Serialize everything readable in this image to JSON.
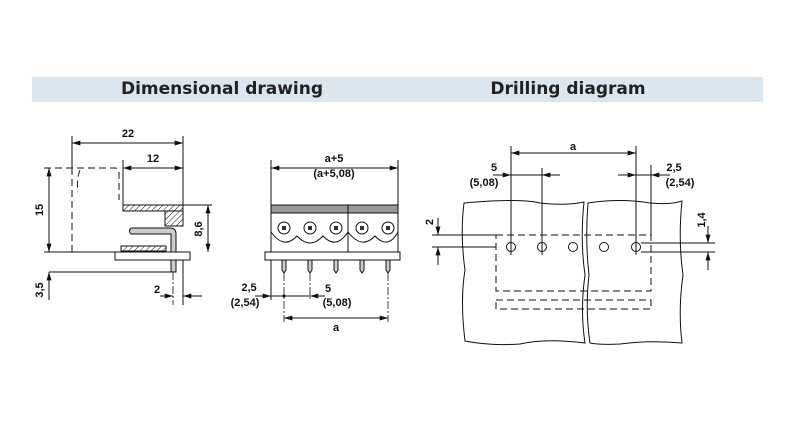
{
  "headers": {
    "left": "Dimensional drawing",
    "right": "Drilling diagram"
  },
  "side_view": {
    "width_total": "22",
    "width_front": "12",
    "height": "15",
    "height_body": "8,6",
    "pin_length": "3,5",
    "pin_offset": "2"
  },
  "front_view": {
    "overall": "a+5",
    "overall_inch": "(a+5,08)",
    "edge": "2,5",
    "edge_inch": "(2,54)",
    "pitch": "5",
    "pitch_inch": "(5,08)",
    "span": "a"
  },
  "drilling": {
    "span": "a",
    "pitch": "5",
    "pitch_inch": "(5,08)",
    "edge": "2,5",
    "edge_inch": "(2,54)",
    "offset_y": "2",
    "hole_row": "1,4"
  },
  "colors": {
    "header_band": "#dce6ee"
  }
}
